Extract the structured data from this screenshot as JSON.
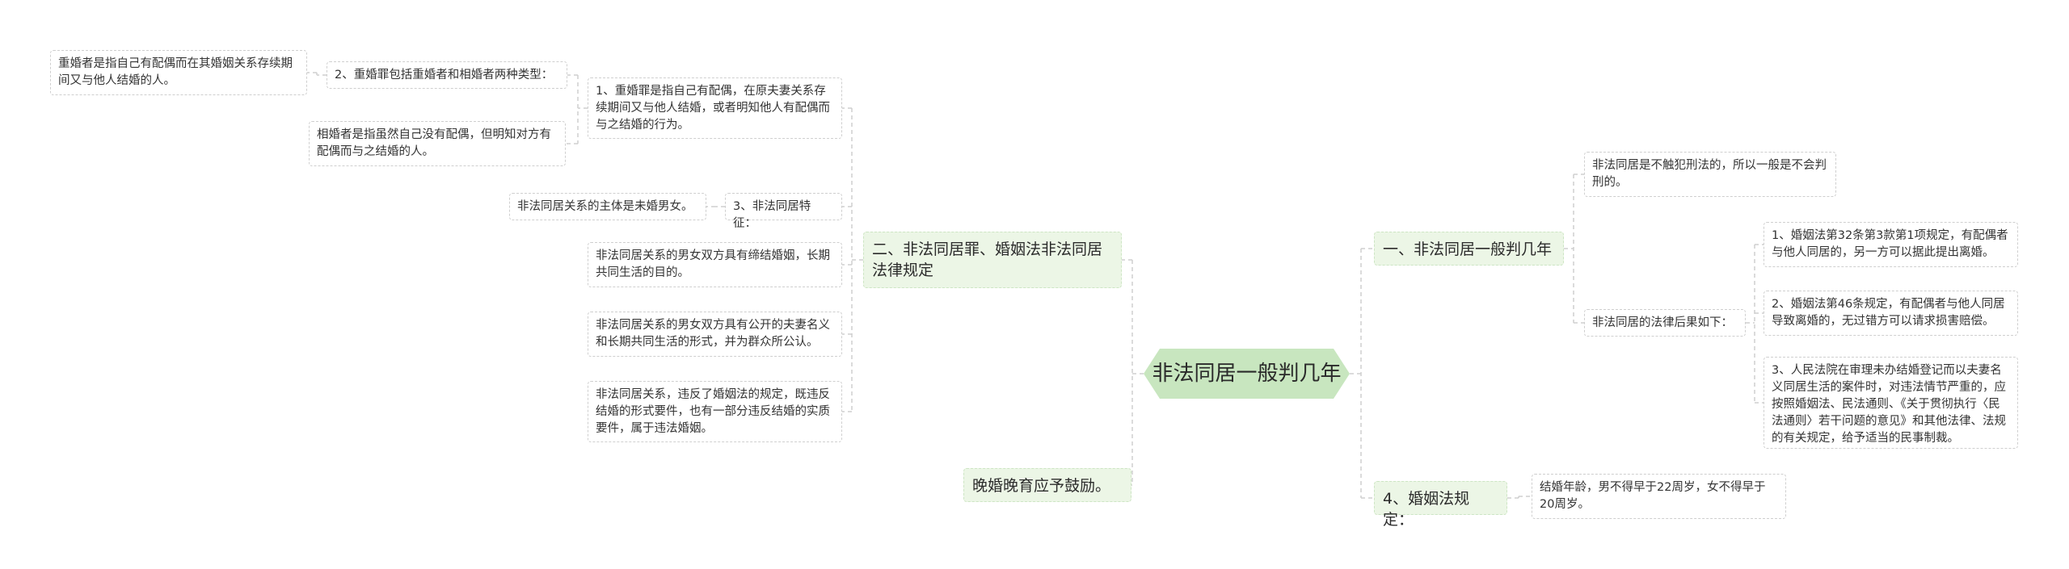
{
  "root": {
    "text": "非法同居一般判几年"
  },
  "left": {
    "branch_law": {
      "text": "二、非法同居罪、婚姻法非法同居法律规定"
    },
    "branch_late": {
      "text": "晚婚晚育应予鼓励。"
    },
    "bigamy_definition": {
      "text": "1、重婚罪是指自己有配偶，在原夫妻关系存续期间又与他人结婚，或者明知他人有配偶而与之结婚的行为。"
    },
    "bigamy_types": {
      "text": "2、重婚罪包括重婚者和相婚者两种类型："
    },
    "bigamist_definition": {
      "text": "重婚者是指自己有配偶而在其婚姻关系存续期间又与他人结婚的人。"
    },
    "partner_definition": {
      "text": "相婚者是指虽然自己没有配偶，但明知对方有配偶而与之结婚的人。"
    },
    "features_title": {
      "text": "3、非法同居特征："
    },
    "feature_subject": {
      "text": "非法同居关系的主体是未婚男女。"
    },
    "feature_purpose": {
      "text": "非法同居关系的男女双方具有缔结婚姻，长期共同生活的目的。"
    },
    "feature_form": {
      "text": "非法同居关系的男女双方具有公开的夫妻名义和长期共同生活的形式，并为群众所公认。"
    },
    "feature_violation": {
      "text": "非法同居关系，违反了婚姻法的规定，既违反结婚的形式要件，也有一部分违反结婚的实质要件，属于违法婚姻。"
    }
  },
  "right": {
    "branch_sentence": {
      "text": "一、非法同居一般判几年"
    },
    "branch_marriage_law": {
      "text": "4、婚姻法规定："
    },
    "not_criminal": {
      "text": "非法同居是不触犯刑法的，所以一般是不会判刑的。"
    },
    "consequences_title": {
      "text": "非法同居的法律后果如下："
    },
    "consequence_1": {
      "text": "1、婚姻法第32条第3款第1项规定，有配偶者与他人同居的，另一方可以据此提出离婚。"
    },
    "consequence_2": {
      "text": "2、婚姻法第46条规定，有配偶者与他人同居导致离婚的，无过错方可以请求损害赔偿。"
    },
    "consequence_3": {
      "text": "3、人民法院在审理未办结婚登记而以夫妻名义同居生活的案件时，对违法情节严重的，应按照婚姻法、民法通则、《关于贯彻执行〈民法通则〉若干问题的意见》和其他法律、法规的有关规定，给予适当的民事制裁。"
    },
    "marriage_age": {
      "text": "结婚年龄，男不得早于22周岁，女不得早于20周岁。"
    }
  },
  "colors": {
    "root_fill": "#c8e6bf",
    "branch_fill": "#ecf6e6",
    "connector": "#cfcfcf"
  }
}
